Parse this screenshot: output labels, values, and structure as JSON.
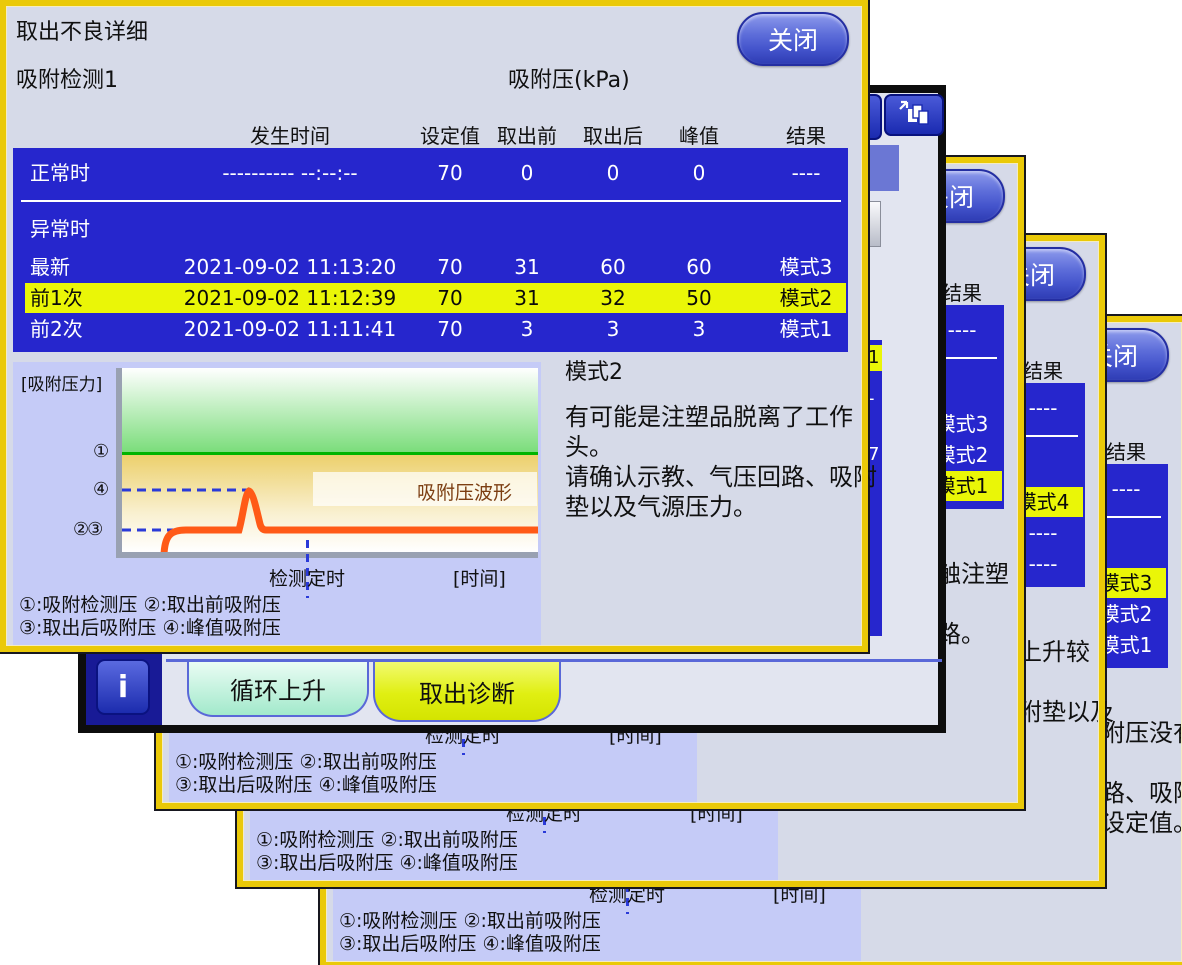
{
  "colors": {
    "table_blue": "#2626cd",
    "highlight_yellow": "#eaf607",
    "frame_yellow": "#eac908",
    "button_blue": "#4454cc",
    "panel_lavender": "#c5cbf7",
    "waveform_orange": "#ff5a17",
    "ok_zone_green": "#00b400"
  },
  "back_screen": {
    "window_switch_icon": "window-switch-icon",
    "info_button_label": "i",
    "tabs": [
      {
        "label": "循环上升",
        "active": false
      },
      {
        "label": "取出诊断",
        "active": true
      }
    ],
    "fragments": {
      "highlighted_row_marker": "1",
      "dash_mark": "-",
      "value_digit": "7"
    }
  },
  "dialogs": [
    {
      "title": "取出不良详细",
      "subtitle": "吸附检测1",
      "unit_label": "吸附压(kPa)",
      "close_label": "关闭",
      "columns": {
        "time": "发生时间",
        "set": "设定值",
        "before": "取出前",
        "after": "取出后",
        "peak": "峰值",
        "result": "结果"
      },
      "normal_row": {
        "label": "正常时",
        "time": "---------- --:--:--",
        "set": "70",
        "before": "0",
        "after": "0",
        "peak": "0",
        "result": "----"
      },
      "abnormal_label": "异常时",
      "rows": [
        {
          "label": "最新",
          "time": "2021-09-02 11:13:20",
          "set": "70",
          "before": "31",
          "after": "60",
          "peak": "60",
          "result": "模式3",
          "highlight": false
        },
        {
          "label": "前1次",
          "time": "2021-09-02 11:12:39",
          "set": "70",
          "before": "31",
          "after": "32",
          "peak": "50",
          "result": "模式2",
          "highlight": true
        },
        {
          "label": "前2次",
          "time": "2021-09-02 11:11:41",
          "set": "70",
          "before": "3",
          "after": "3",
          "peak": "3",
          "result": "模式1",
          "highlight": false
        }
      ],
      "chart": {
        "y_axis_label": "[吸附压力]",
        "marker_detect": "①",
        "marker_peak": "④",
        "marker_before_after": "②③",
        "waveform_label": "吸附压波形",
        "timing_label": "检测定时",
        "x_axis_label": "[时间]",
        "legend_line1": "①:吸附检测压  ②:取出前吸附压",
        "legend_line2": "③:取出后吸附压  ④:峰值吸附压"
      },
      "mode_title": "模式2",
      "description": [
        "有可能是注塑品脱离了工作头。",
        "请确认示教、气压回路、吸附垫以及气源压力。"
      ]
    },
    {
      "title": "",
      "subtitle": "",
      "unit_label": "",
      "close_label": "关闭",
      "columns": {
        "time": "",
        "set": "",
        "before": "",
        "after": "",
        "peak": "",
        "result": "结果"
      },
      "normal_row": {
        "label": "",
        "time": "",
        "set": "",
        "before": "",
        "after": "",
        "peak": "",
        "result": "----"
      },
      "abnormal_label": "",
      "rows": [
        {
          "label": "",
          "time": "",
          "set": "",
          "before": "",
          "after": "",
          "peak": "",
          "result": "模式3",
          "highlight": false
        },
        {
          "label": "",
          "time": "",
          "set": "",
          "before": "",
          "after": "",
          "peak": "",
          "result": "模式2",
          "highlight": false
        },
        {
          "label": "",
          "time": "",
          "set": "",
          "before": "",
          "after": "",
          "peak": "",
          "result": "模式1",
          "highlight": true
        }
      ],
      "chart": {
        "y_axis_label": "",
        "marker_detect": "",
        "marker_peak": "",
        "marker_before_after": "",
        "waveform_label": "",
        "timing_label": "检测定时",
        "x_axis_label": "[时间]",
        "legend_line1": "①:吸附检测压  ②:取出前吸附压",
        "legend_line2": "③:取出后吸附压  ④:峰值吸附压"
      },
      "mode_title": "",
      "description": [
        "有可能是手爪前端接触注塑品。",
        "请确认示教、气压回路。"
      ]
    },
    {
      "title": "",
      "subtitle": "",
      "unit_label": "",
      "close_label": "关闭",
      "columns": {
        "time": "",
        "set": "",
        "before": "",
        "after": "",
        "peak": "",
        "result": "结果"
      },
      "normal_row": {
        "label": "",
        "time": "",
        "set": "",
        "before": "",
        "after": "",
        "peak": "",
        "result": "----"
      },
      "abnormal_label": "",
      "rows": [
        {
          "label": "",
          "time": "",
          "set": "",
          "before": "",
          "after": "",
          "peak": "",
          "result": "模式4",
          "highlight": true
        },
        {
          "label": "",
          "time": "",
          "set": "",
          "before": "",
          "after": "",
          "peak": "",
          "result": "----",
          "highlight": false
        },
        {
          "label": "",
          "time": "",
          "set": "",
          "before": "",
          "after": "",
          "peak": "",
          "result": "----",
          "highlight": false
        }
      ],
      "chart": {
        "y_axis_label": "",
        "marker_detect": "",
        "marker_peak": "",
        "marker_before_after": "",
        "waveform_label": "",
        "timing_label": "检测定时",
        "x_axis_label": "[时间]",
        "legend_line1": "①:吸附检测压  ②:取出前吸附压",
        "legend_line2": "③:取出后吸附压  ④:峰值吸附压"
      },
      "mode_title": "",
      "description": [
        "有可能是吸附压力的上升较慢。",
        "请确认气压回路、吸附垫以及气源压力。"
      ]
    },
    {
      "title": "",
      "subtitle": "",
      "unit_label": "",
      "close_label": "关闭",
      "columns": {
        "time": "",
        "set": "",
        "before": "",
        "after": "",
        "peak": "",
        "result": "结果"
      },
      "normal_row": {
        "label": "",
        "time": "",
        "set": "",
        "before": "",
        "after": "",
        "peak": "",
        "result": "----"
      },
      "abnormal_label": "",
      "rows": [
        {
          "label": "",
          "time": "",
          "set": "",
          "before": "",
          "after": "",
          "peak": "",
          "result": "模式3",
          "highlight": true
        },
        {
          "label": "",
          "time": "",
          "set": "",
          "before": "",
          "after": "",
          "peak": "",
          "result": "模式2",
          "highlight": false
        },
        {
          "label": "",
          "time": "",
          "set": "",
          "before": "",
          "after": "",
          "peak": "",
          "result": "模式1",
          "highlight": false
        }
      ],
      "chart": {
        "y_axis_label": "",
        "marker_detect": "",
        "marker_peak": "",
        "marker_before_after": "",
        "waveform_label": "",
        "timing_label": "检测定时",
        "x_axis_label": "[时间]",
        "legend_line1": "①:吸附检测压  ②:取出前吸附压",
        "legend_line2": "③:取出后吸附压  ④:峰值吸附压"
      },
      "mode_title": "",
      "description": [
        "有可能是取出前的吸附压没有达到设定值。",
        "请确认示教、气压回路、吸附垫以及吸附压传感器设定值。"
      ]
    }
  ]
}
